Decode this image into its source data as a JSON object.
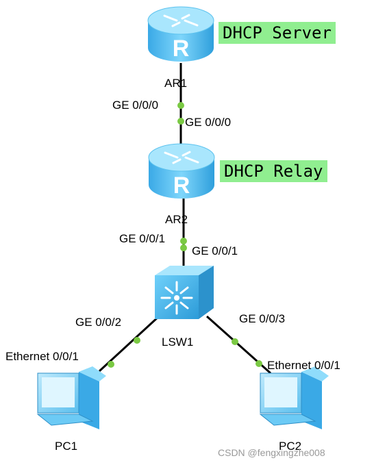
{
  "devices": {
    "ar1": {
      "name": "AR1",
      "role": "DHCP Server",
      "icon": "router-icon"
    },
    "ar2": {
      "name": "AR2",
      "role": "DHCP Relay",
      "icon": "router-icon"
    },
    "lsw1": {
      "name": "LSW1",
      "icon": "switch-icon"
    },
    "pc1": {
      "name": "PC1",
      "icon": "pc-icon"
    },
    "pc2": {
      "name": "PC2",
      "icon": "pc-icon"
    }
  },
  "interfaces": {
    "ar1_ge000": "GE 0/0/0",
    "ar2_ge000": "GE 0/0/0",
    "ar2_ge001": "GE 0/0/1",
    "lsw1_ge001": "GE 0/0/1",
    "lsw1_ge002": "GE 0/0/2",
    "lsw1_ge003": "GE 0/0/3",
    "pc1_eth001": "Ethernet 0/0/1",
    "pc2_eth001": "Ethernet 0/0/1"
  },
  "watermark": "CSDN @fengxingzhe008",
  "colors": {
    "tag_bg": "#90ee90",
    "link_dot": "#7ac943",
    "device_blue": "#4fc3f7",
    "link_line": "#000000"
  }
}
